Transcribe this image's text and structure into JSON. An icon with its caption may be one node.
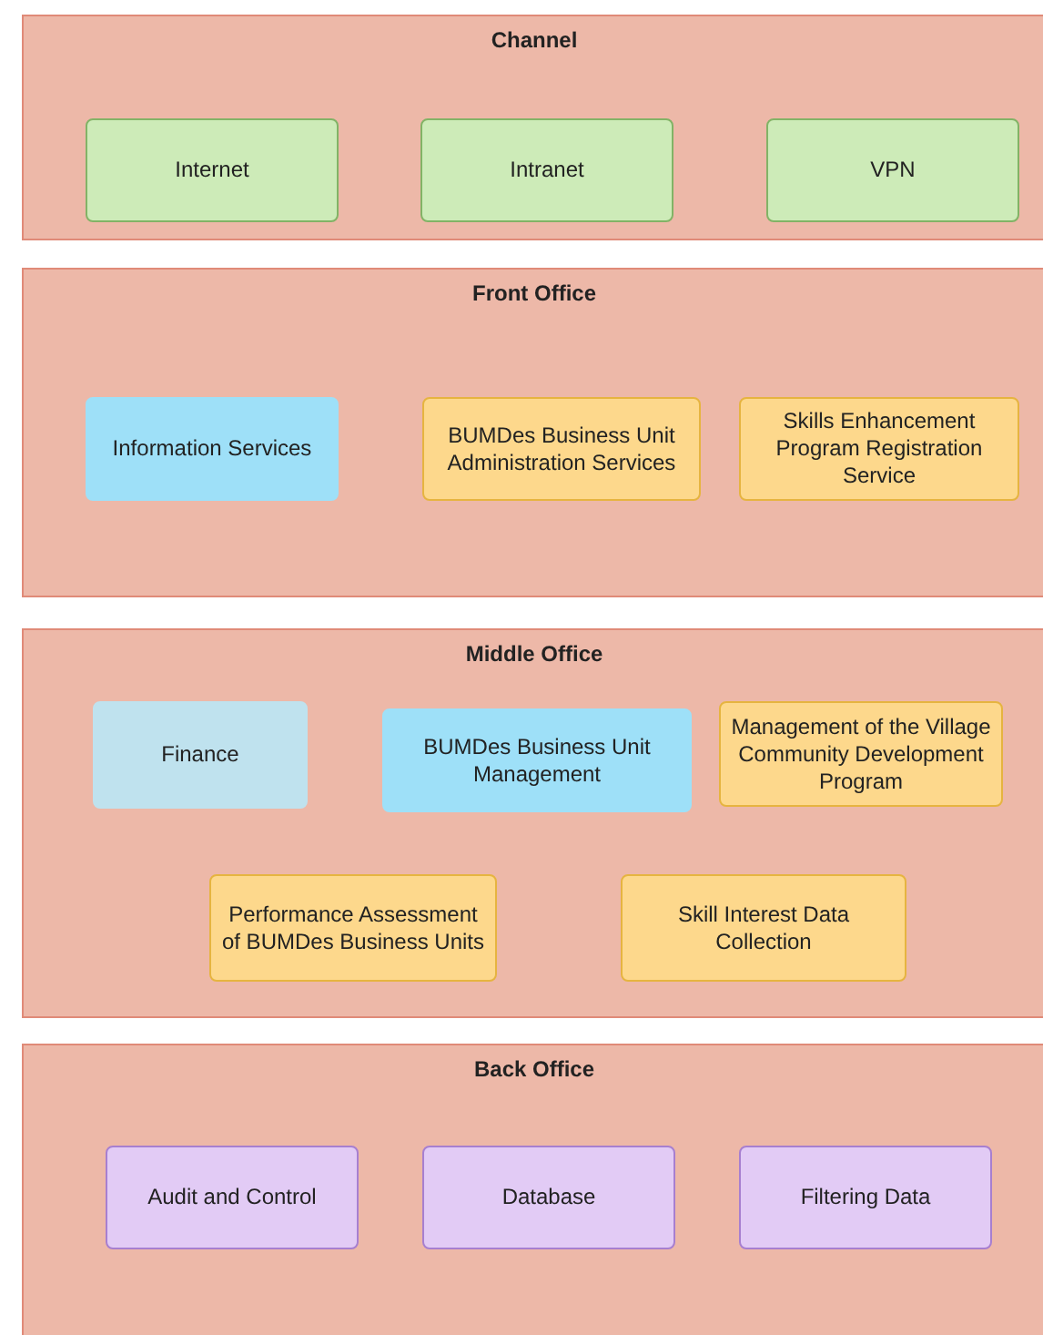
{
  "diagram": {
    "nodes": [
      {
        "text": [
          "Channel"
        ]
      },
      {
        "text": [
          "Internet"
        ],
        "in": 0
      },
      {
        "text": [
          "Intranet"
        ],
        "in": 0
      },
      {
        "text": [
          "VPN"
        ],
        "in": 0
      },
      {
        "text": [
          "Front Office"
        ]
      },
      {
        "text": [
          "Information Services"
        ],
        "in": 4
      },
      {
        "text": [
          "BUMDes Business Unit Administration Services"
        ],
        "in": 4
      },
      {
        "text": [
          "Skills Enhancement Program Registration Service"
        ],
        "in": 4
      },
      {
        "text": [
          "Middle Office"
        ]
      },
      {
        "text": [
          "Finance"
        ],
        "in": 8
      },
      {
        "text": [
          "BUMDes Business Unit Management"
        ],
        "in": 8
      },
      {
        "text": [
          "Management of the Village Community Development Program"
        ],
        "in": 8
      },
      {
        "text": [
          "Performance Assessment of BUMDes Business Units"
        ],
        "in": 8
      },
      {
        "text": [
          "Skill Interest Data Collection"
        ],
        "in": 8
      },
      {
        "text": [
          "Back Office"
        ]
      },
      {
        "text": [
          "Audit and Control"
        ],
        "in": 14
      },
      {
        "text": [
          "Database"
        ],
        "in": 14
      },
      {
        "text": [
          "Filtering Data"
        ],
        "in": 14
      }
    ]
  }
}
